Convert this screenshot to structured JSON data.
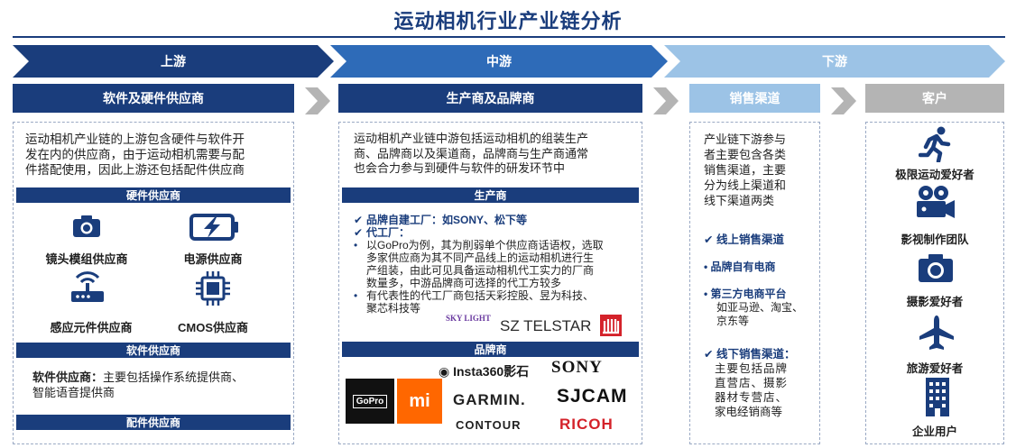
{
  "title": "运动相机行业产业链分析",
  "stages": {
    "upstream": "上游",
    "midstream": "中游",
    "downstream": "下游"
  },
  "upstream": {
    "header": "软件及硬件供应商",
    "intro": [
      "运动相机产业链的上游包含硬件与软件开",
      "发在内的供应商，由于运动相机需要与配",
      "件搭配使用，因此上游还包括配件供应商"
    ],
    "hardware_bar": "硬件供应商",
    "hardware_items": [
      "镜头模组供应商",
      "电源供应商",
      "感应元件供应商",
      "CMOS供应商"
    ],
    "software_bar": "软件供应商",
    "software_label": "软件供应商：",
    "software_text_1": "主要包括操作系统提供商、",
    "software_text_2": "智能语音提供商",
    "accessory_bar": "配件供应商"
  },
  "midstream": {
    "header": "生产商及品牌商",
    "intro": [
      "运动相机产业链中游包括运动相机的组装生产",
      "商、品牌商以及渠道商，品牌商与生产商通常",
      "也会合力参与到硬件与软件的研发环节中"
    ],
    "producer_bar": "生产商",
    "bullet1": "品牌自建工厂：如SONY、松下等",
    "bullet2": "代工厂：",
    "bullet3": [
      "以GoPro为例，其为削弱单个供应商话语权，选取",
      "多家供应商为其不同产品线上的运动相机进行生",
      "产组装，由此可见具备运动相机代工实力的厂商",
      "数量多，中游品牌商可选择的代工方较多"
    ],
    "bullet4": [
      "有代表性的代工厂商包括天彩控股、昱为科技、",
      "聚芯科技等"
    ],
    "oem_logos": {
      "skylight": "SKY LIGHT",
      "telstar": "SZ TELSTAR"
    },
    "brand_bar": "品牌商",
    "brands": {
      "gopro": "GoPro",
      "mi": "mi",
      "insta": "Insta360影石",
      "sony": "SONY",
      "garmin": "GARMIN.",
      "sjcam": "SJCAM",
      "contour": "CONTOUR",
      "ricoh": "RICOH"
    }
  },
  "sales": {
    "header": "销售渠道",
    "intro": [
      "产业链下游参与",
      "者主要包含各类",
      "销售渠道，主要",
      "分为线上渠道和",
      "线下渠道两类"
    ],
    "online": "线上销售渠道",
    "own_store": "品牌自有电商",
    "third_party": "第三方电商平台",
    "third_party_examples": [
      "如亚马逊、淘宝、",
      "京东等"
    ],
    "offline_label": "线下销售渠道：",
    "offline_text": [
      "主要包括品牌",
      "直营店、摄影",
      "器材专营店、",
      "家电经销商等"
    ]
  },
  "customers": {
    "header": "客户",
    "items": [
      "极限运动爱好者",
      "影视制作团队",
      "摄影爱好者",
      "旅游爱好者",
      "企业用户"
    ]
  },
  "colors": {
    "dark_blue": "#1a3d7c",
    "mid_blue": "#2e6bb8",
    "light_blue": "#9cc3e6",
    "gray": "#b4b4b4"
  }
}
